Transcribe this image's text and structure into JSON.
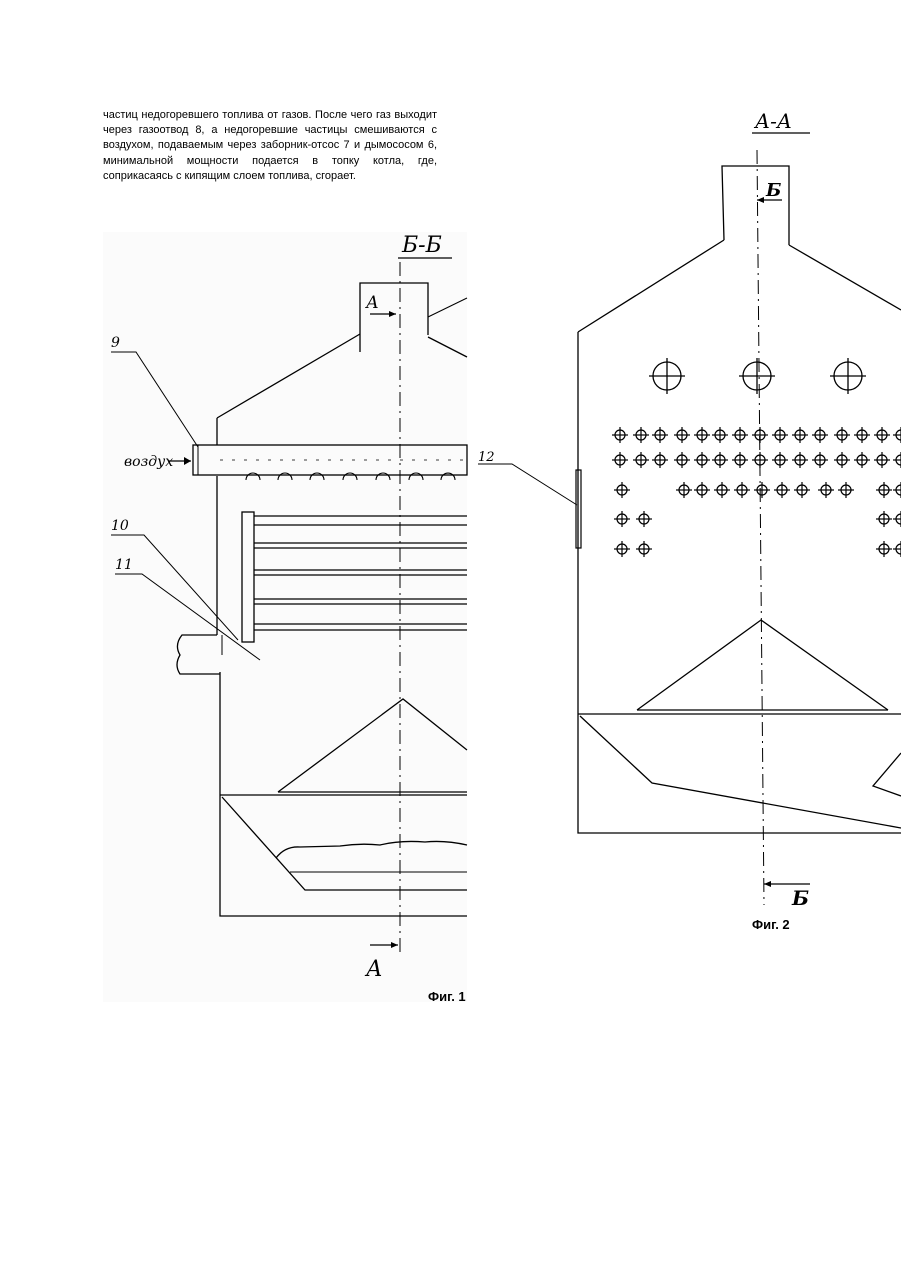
{
  "text": {
    "paragraph": "частиц недогоревшего топлива от газов. После чего газ выходит через газоотвод 8, а недогоревшие частицы смешиваются с воздухом, подаваемым через заборник-отсос 7 и дымососом 6, минимальной мощности подается в топку котла, где, соприкасаясь с кипящим слоем топлива, сгорает."
  },
  "figure1": {
    "section_label": "Б-Б",
    "cut_label_top": "А",
    "cut_label_bottom": "А",
    "air_label": "воздух",
    "callout_9": "9",
    "callout_10": "10",
    "callout_11": "11",
    "caption": "Фиг. 1"
  },
  "figure2": {
    "section_label": "А-А",
    "cut_label_top": "Б",
    "cut_label_bottom": "Б",
    "callout_12": "12",
    "caption": "Фиг. 2"
  }
}
